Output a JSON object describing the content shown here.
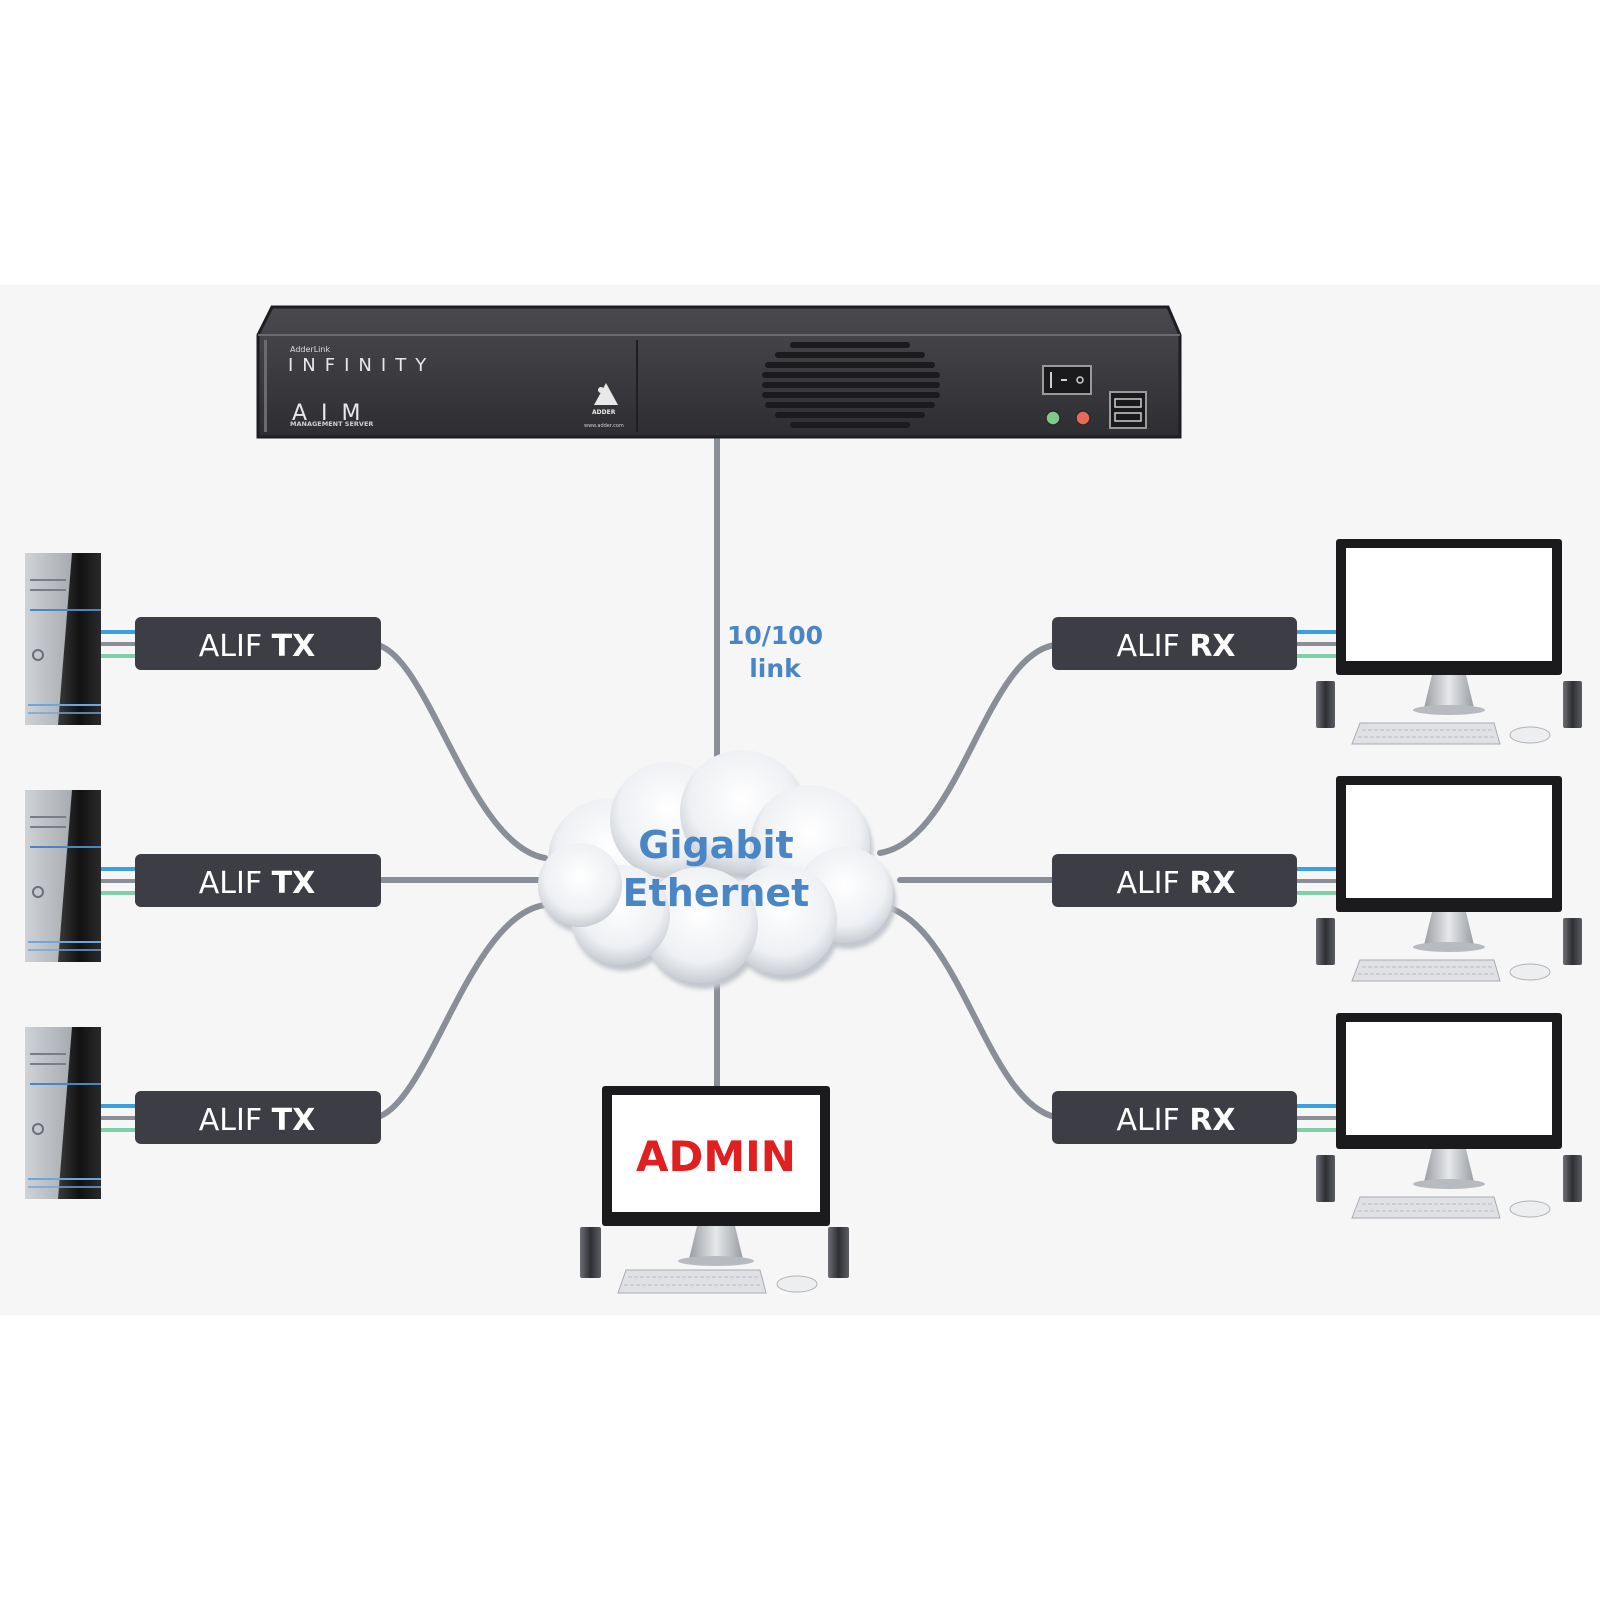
{
  "server": {
    "brand_small": "AdderLink",
    "brand_large": "INFINITY",
    "product": "AIM",
    "product_sub": "MANAGEMENT SERVER",
    "logo_text": "ADDER",
    "url_text": "www.adder.com"
  },
  "link": {
    "line1": "10/100",
    "line2": "link"
  },
  "network": {
    "line1": "Gigabit",
    "line2": "Ethernet"
  },
  "transmitters": [
    {
      "prefix": "ALIF",
      "suffix": "TX"
    },
    {
      "prefix": "ALIF",
      "suffix": "TX"
    },
    {
      "prefix": "ALIF",
      "suffix": "TX"
    }
  ],
  "receivers": [
    {
      "prefix": "ALIF",
      "suffix": "RX"
    },
    {
      "prefix": "ALIF",
      "suffix": "RX"
    },
    {
      "prefix": "ALIF",
      "suffix": "RX"
    }
  ],
  "admin": {
    "label": "ADMIN"
  },
  "colors": {
    "label_box": "#3c3d45",
    "cable": "#8a8e96",
    "network_text": "#4a86c5",
    "admin_text": "#e02020",
    "port_blue": "#3aa0e0",
    "port_green": "#7fd0a8"
  }
}
